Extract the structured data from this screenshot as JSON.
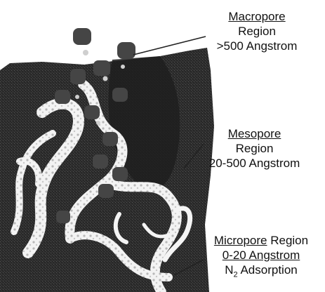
{
  "labels": {
    "macropore": {
      "title": "Macropore",
      "line2": "Region",
      "line3": ">500 Angstrom"
    },
    "mesopore": {
      "title": "Mesopore",
      "line2": "Region",
      "line3": "20-500 Angstrom"
    },
    "micropore": {
      "title": "Micropore",
      "title_suffix": " Region",
      "line2": "0-20 Angstrom",
      "line3_prefix": "N",
      "line3_sub": "2",
      "line3_suffix": " Adsorption"
    }
  },
  "colors": {
    "background": "#ffffff",
    "carbon_dark": "#2a2a2a",
    "pore_channel": "#f2f2f2",
    "adsorbate_particle": "#4a4a4a",
    "dot": "#b8b8b8"
  }
}
